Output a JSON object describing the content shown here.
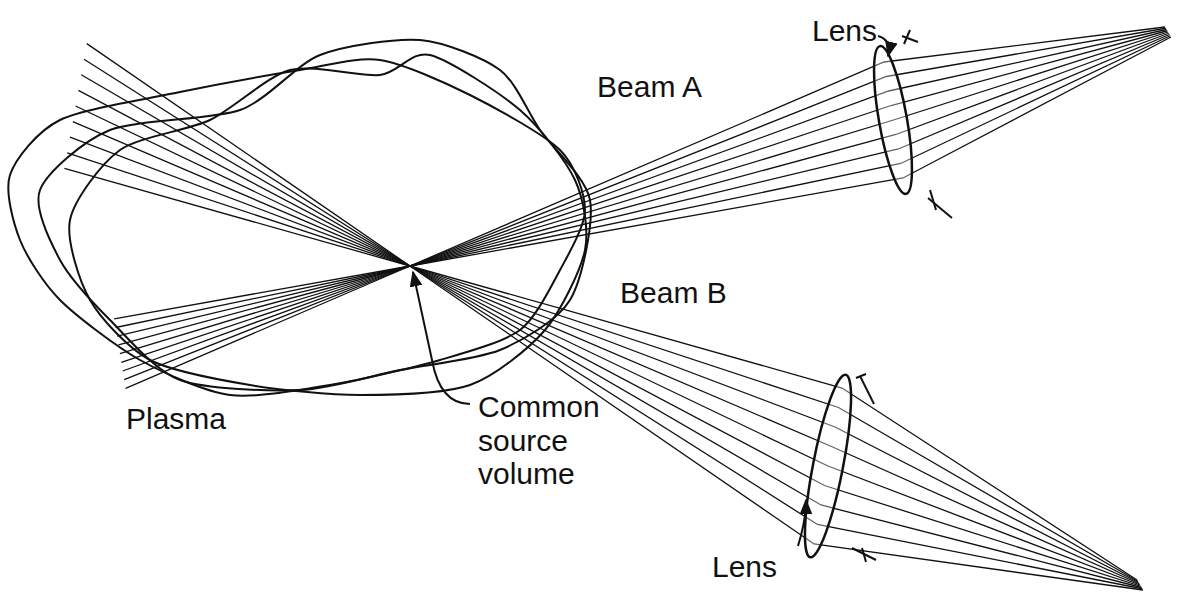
{
  "diagram": {
    "labels": [
      "Lens",
      "Beam A",
      "Beam B",
      "Plasma",
      "Common source volume",
      "Lens"
    ]
  }
}
